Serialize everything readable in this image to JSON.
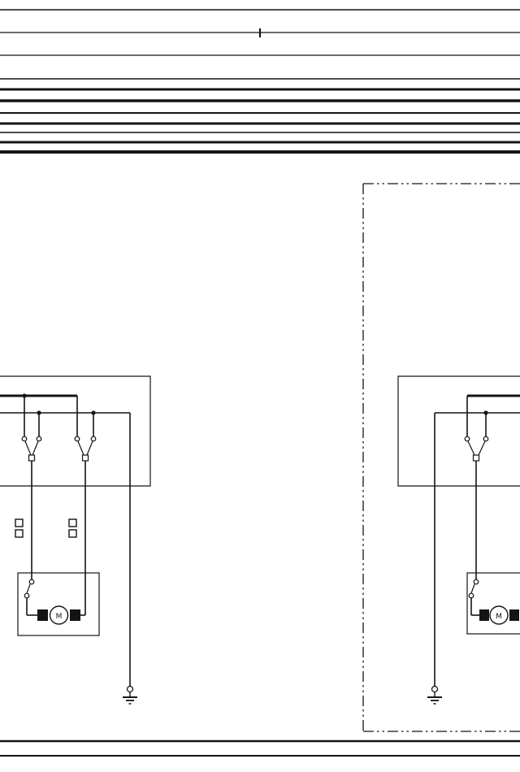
{
  "page": {
    "background_color": "#ffffff",
    "ink_color": "#141414",
    "kind": "wiring-schematic"
  },
  "diagram": {
    "left_circuit": {
      "motor_label": "M"
    },
    "right_circuit": {
      "motor_label": "M"
    }
  }
}
